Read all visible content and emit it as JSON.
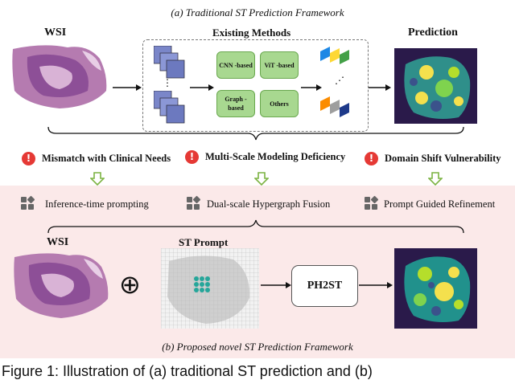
{
  "panel_a": {
    "caption": "(a) Traditional ST Prediction Framework",
    "wsi_label": "WSI",
    "existing_label": "Existing Methods",
    "prediction_label": "Prediction",
    "dots": "⋮",
    "methods": [
      "CNN -based",
      "ViT -based",
      "Graph -based",
      "Others"
    ]
  },
  "challenges": [
    {
      "icon": "warning-icon",
      "text": "Mismatch with Clinical Needs"
    },
    {
      "icon": "warning-icon",
      "text": "Multi-Scale Modeling Deficiency"
    },
    {
      "icon": "warning-icon",
      "text": "Domain Shift Vulnerability"
    }
  ],
  "solutions": [
    {
      "icon": "blocks-icon",
      "text": "Inference-time prompting"
    },
    {
      "icon": "blocks-icon",
      "text": "Dual-scale Hypergraph Fusion"
    },
    {
      "icon": "blocks-icon",
      "text": "Prompt Guided Refinement"
    }
  ],
  "panel_b": {
    "wsi_label": "WSI",
    "prompt_label": "ST Prompt",
    "model_label": "PH2ST",
    "plus": "⊕",
    "caption": "(b) Proposed novel ST Prediction Framework"
  },
  "figure_caption": "Figure 1: Illustration of (a) traditional ST prediction and (b)",
  "colors": {
    "challenge_icon": "#e53935",
    "method_box": "#a8d890",
    "down_arrow": "#7cb342",
    "panel_b_bg": "#fbe9e9"
  }
}
